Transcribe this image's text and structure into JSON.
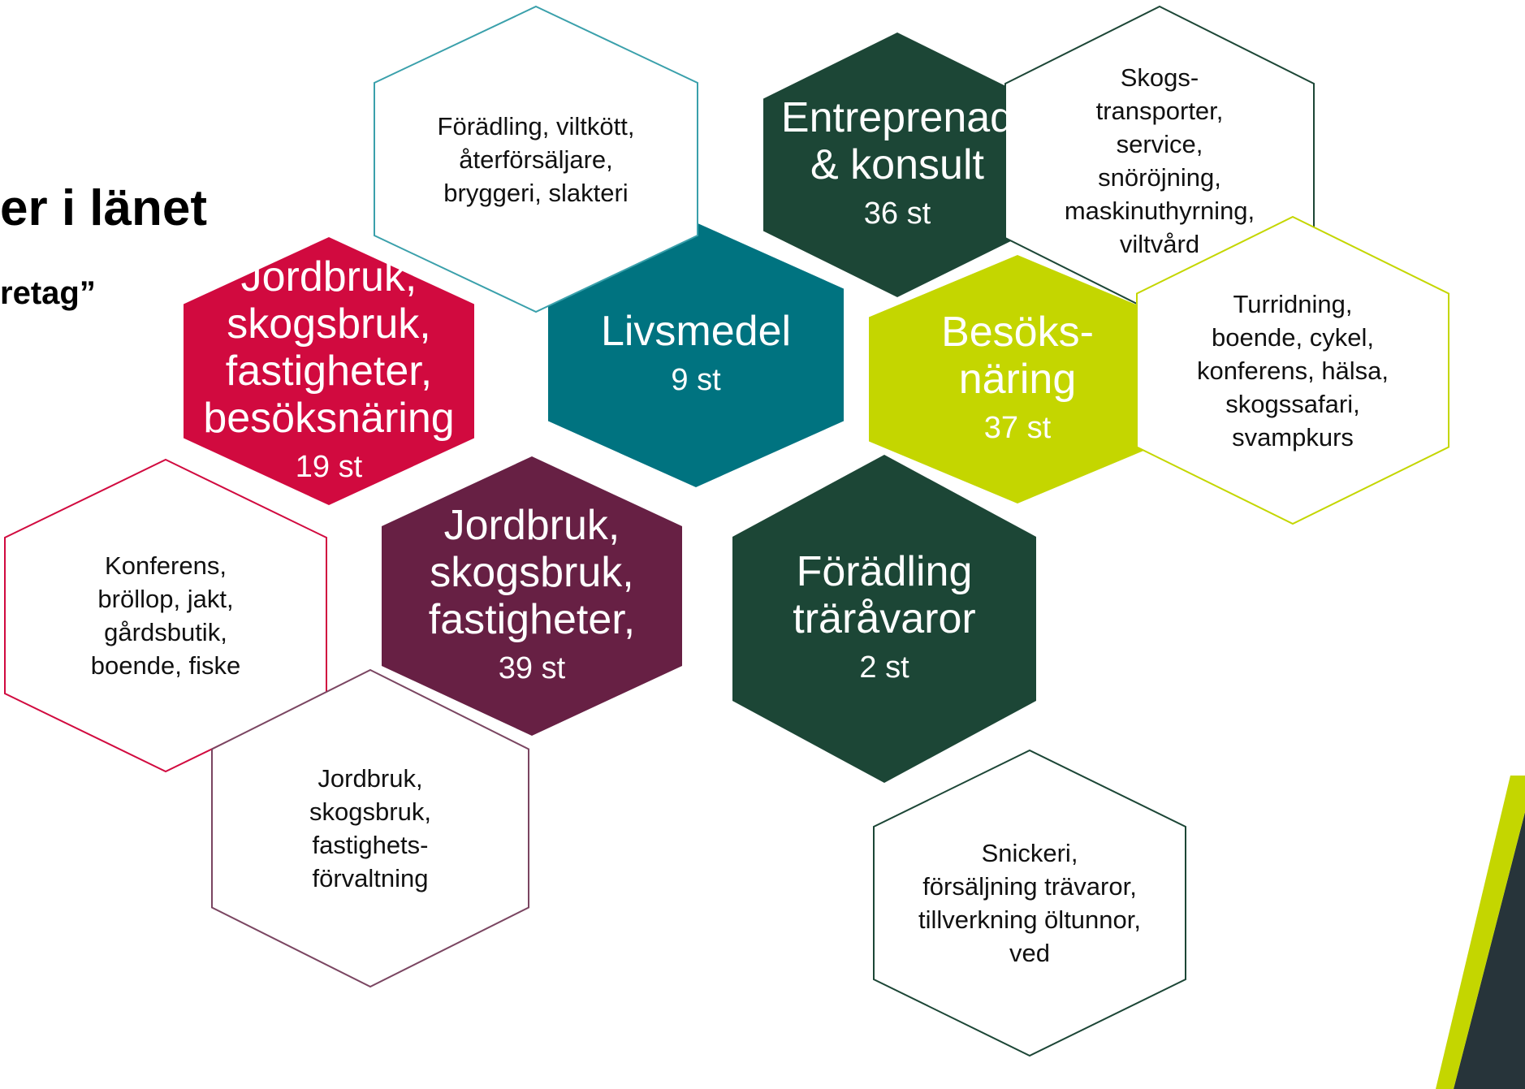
{
  "heading": {
    "title": "er i länet",
    "subtitle": "retag”"
  },
  "colors": {
    "crimson": "#d10a3f",
    "plum": "#672044",
    "teal": "#007380",
    "lime": "#c4d600",
    "forest": "#1c4636",
    "outline_teal": "#3aa0ab",
    "outline_forest": "#1c4636",
    "outline_lime": "#c4d600",
    "outline_crimson": "#d10a3f",
    "outline_plum": "#7a4561"
  },
  "hexagons": [
    {
      "id": "entreprenad",
      "style": "filled",
      "color": "forest",
      "text_color": "#ffffff",
      "lines": [
        "Entreprenad",
        "& konsult"
      ],
      "count": "36 st"
    },
    {
      "id": "livsmedel",
      "style": "filled",
      "color": "teal",
      "text_color": "#ffffff",
      "lines": [
        "Livsmedel"
      ],
      "count": "9 st"
    },
    {
      "id": "besoksnaring",
      "style": "filled",
      "color": "lime",
      "text_color": "#ffffff",
      "lines": [
        "Besöks-",
        "näring"
      ],
      "count": "37 st"
    },
    {
      "id": "jordbruk-1",
      "style": "filled",
      "color": "crimson",
      "text_color": "#ffffff",
      "lines": [
        "Jordbruk,",
        "skogsbruk,",
        "fastigheter,",
        "besöksnäring"
      ],
      "count": "19 st"
    },
    {
      "id": "jordbruk-2",
      "style": "filled",
      "color": "plum",
      "text_color": "#ffffff",
      "lines": [
        "Jordbruk,",
        "skogsbruk,",
        "fastigheter,"
      ],
      "count": "39 st"
    },
    {
      "id": "foradling-travaror",
      "style": "filled",
      "color": "forest",
      "text_color": "#ffffff",
      "lines": [
        "Förädling",
        "träråvaror"
      ],
      "count": "2 st"
    },
    {
      "id": "livsmedel-detail",
      "style": "outline",
      "color": "outline_teal",
      "lines": [
        "Förädling, viltkött,",
        "återförsäljare,",
        "bryggeri, slakteri"
      ]
    },
    {
      "id": "entreprenad-detail",
      "style": "outline",
      "color": "outline_forest",
      "lines": [
        "Skogs-",
        "transporter,",
        "service,",
        "snöröjning,",
        "maskinuthyrning,",
        "viltvård"
      ]
    },
    {
      "id": "besok-detail",
      "style": "outline",
      "color": "outline_lime",
      "lines": [
        "Turridning,",
        "boende, cykel,",
        "konferens, hälsa,",
        "skogssafari,",
        "svampkurs"
      ]
    },
    {
      "id": "jordbruk-1-detail",
      "style": "outline",
      "color": "outline_crimson",
      "lines": [
        "Konferens,",
        "bröllop, jakt,",
        "gårdsbutik,",
        "boende, fiske"
      ]
    },
    {
      "id": "jordbruk-2-detail",
      "style": "outline",
      "color": "outline_plum",
      "lines": [
        "Jordbruk,",
        "skogsbruk,",
        "fastighets-",
        "förvaltning"
      ]
    },
    {
      "id": "foradling-detail",
      "style": "outline",
      "color": "outline_forest",
      "lines": [
        "Snickeri,",
        "försäljning trävaror,",
        "tillverkning öltunnor,",
        "ved"
      ]
    }
  ]
}
